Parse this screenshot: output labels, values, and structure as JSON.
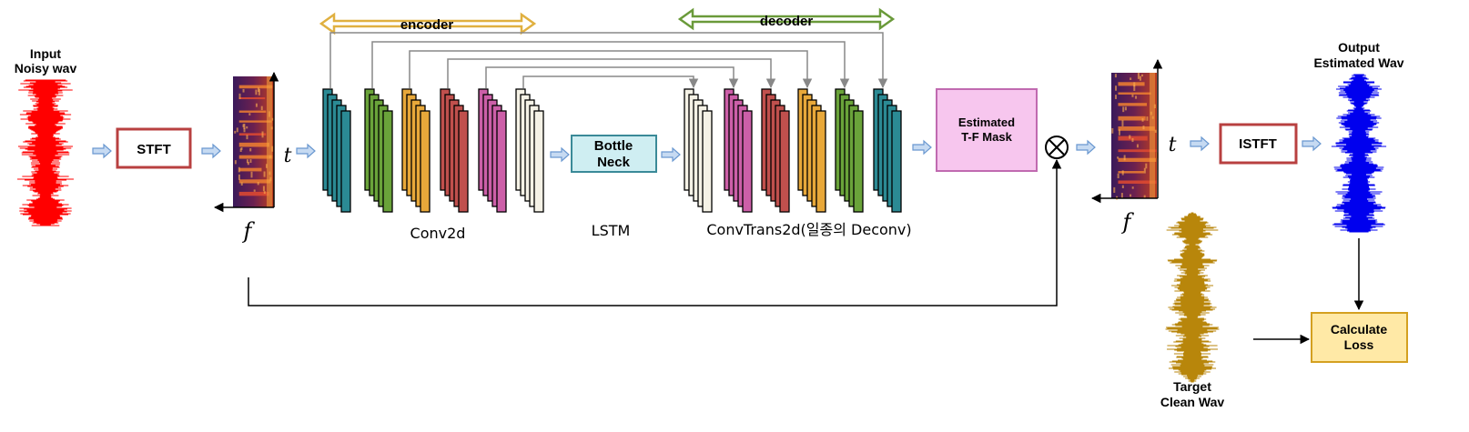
{
  "labels": {
    "input_line1": "Input",
    "input_line2": "Noisy wav",
    "stft": "STFT",
    "t_axis": "t",
    "f_axis": "f",
    "encoder": "encoder",
    "decoder": "decoder",
    "bottle_line1": "Bottle",
    "bottle_line2": "Neck",
    "conv2d": "Conv2d",
    "lstm": "LSTM",
    "convtrans": "ConvTrans2d(일종의 Deconv)",
    "mask_line1": "Estimated",
    "mask_line2": "T-F Mask",
    "t_axis_out": "t",
    "f_axis_out": "f",
    "istft": "ISTFT",
    "output_line1": "Output",
    "output_line2": "Estimated Wav",
    "target_line1": "Target",
    "target_line2": "Clean Wav",
    "loss_line1": "Calculate",
    "loss_line2": "Loss"
  },
  "colors": {
    "input_wave": "#ff0000",
    "output_wave": "#0000ee",
    "target_wave": "#b8860b",
    "box_border": "#b84040",
    "encoder_arrow": "#e0b040",
    "decoder_arrow": "#6a9a3a",
    "mask_fill": "#f7c6ee",
    "mask_border": "#c06ab0",
    "bottle_fill": "#cfeef2",
    "bottle_border": "#3a8a98",
    "loss_fill": "#ffe9a6",
    "loss_border": "#d4a020",
    "layer_colors": [
      "#2b8a94",
      "#6aa33a",
      "#e8a83a",
      "#c0504d",
      "#cc5fa8",
      "#f5f2e6"
    ]
  }
}
